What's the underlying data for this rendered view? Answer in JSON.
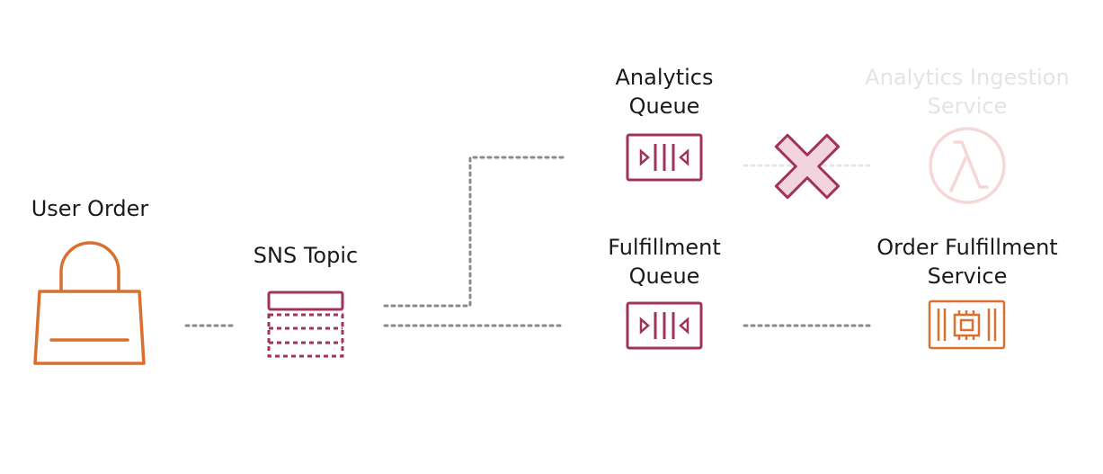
{
  "nodes": {
    "user_order": {
      "label_lines": [
        "User Order"
      ]
    },
    "sns_topic": {
      "label_lines": [
        "SNS Topic"
      ]
    },
    "analytics_queue": {
      "label_lines": [
        "Analytics",
        "Queue"
      ]
    },
    "fulfillment_queue": {
      "label_lines": [
        "Fulfillment",
        "Queue"
      ]
    },
    "analytics_service": {
      "label_lines": [
        "Analytics Ingestion",
        "Service"
      ],
      "state": "unavailable"
    },
    "order_service": {
      "label_lines": [
        "Order Fulfillment",
        "Service"
      ]
    }
  },
  "icons": {
    "user_order": "shopping-bag-icon",
    "sns_topic": "sns-topic-icon",
    "queue": "sqs-queue-icon",
    "analytics_service": "lambda-icon",
    "order_service": "compute-chip-icon",
    "failure": "x-mark-icon"
  },
  "colors": {
    "orange": "#d9702f",
    "magenta": "#a1325c",
    "faded_line": "#e6e6e6",
    "faded_icon": "#f6d7d8",
    "x_fill": "#f2d4df",
    "x_stroke": "#a1325c",
    "connector": "#8a8a8a",
    "text": "#1a1a1a"
  }
}
